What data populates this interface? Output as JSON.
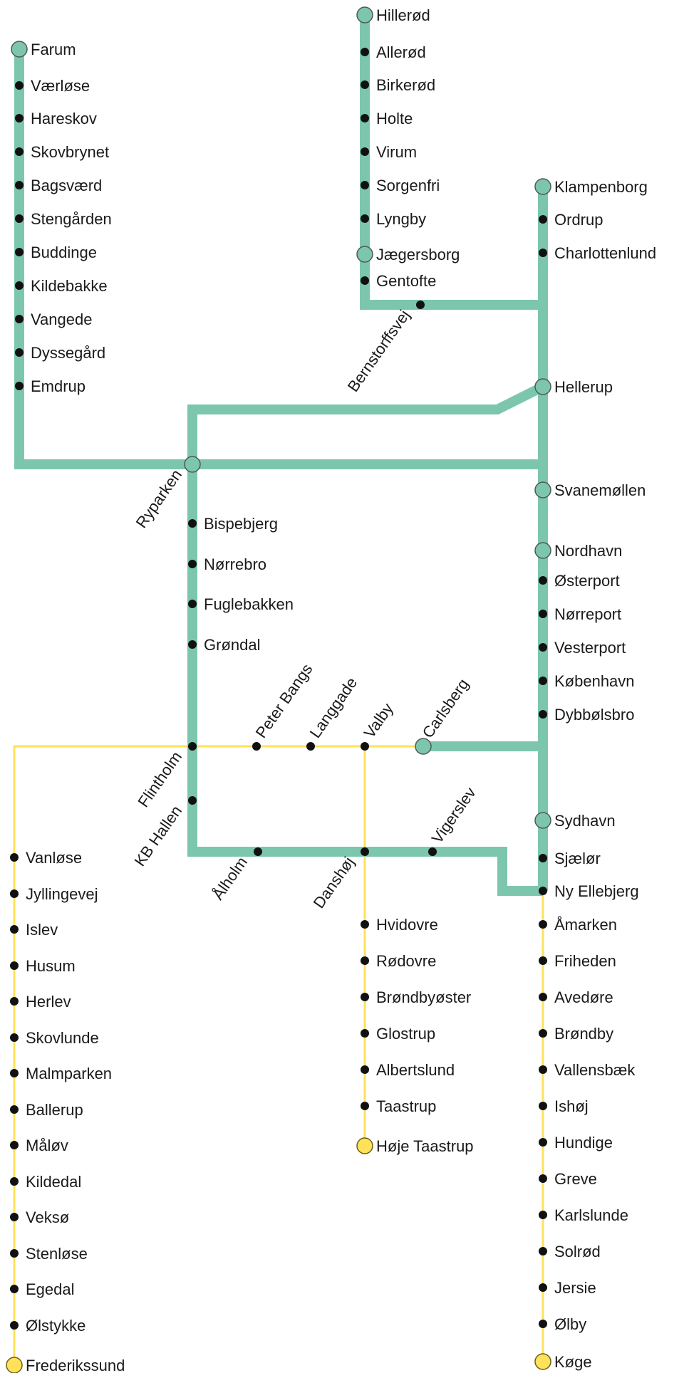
{
  "map": {
    "colors": {
      "green": "#7DC6AE",
      "yellow": "#FFE15A",
      "yellow_stroke": "#C9B227",
      "dot": "#111111",
      "text": "#1a1a1a"
    },
    "stations": [
      {
        "id": "hillerod",
        "name": "Hillerød",
        "type": "interchange-green"
      },
      {
        "id": "allerod",
        "name": "Allerød",
        "type": "stop"
      },
      {
        "id": "birkerod",
        "name": "Birkerød",
        "type": "stop"
      },
      {
        "id": "holte",
        "name": "Holte",
        "type": "stop"
      },
      {
        "id": "virum",
        "name": "Virum",
        "type": "stop"
      },
      {
        "id": "sorgenfri",
        "name": "Sorgenfri",
        "type": "stop"
      },
      {
        "id": "lyngby",
        "name": "Lyngby",
        "type": "stop"
      },
      {
        "id": "jaegersborg",
        "name": "Jægersborg",
        "type": "interchange-green"
      },
      {
        "id": "gentofte",
        "name": "Gentofte",
        "type": "stop"
      },
      {
        "id": "bernstorffsvej",
        "name": "Bernstorffsvej",
        "type": "stop"
      },
      {
        "id": "farum",
        "name": "Farum",
        "type": "interchange-green"
      },
      {
        "id": "vaerlose",
        "name": "Værløse",
        "type": "stop"
      },
      {
        "id": "hareskov",
        "name": "Hareskov",
        "type": "stop"
      },
      {
        "id": "skovbrynet",
        "name": "Skovbrynet",
        "type": "stop"
      },
      {
        "id": "bagsvaerd",
        "name": "Bagsværd",
        "type": "stop"
      },
      {
        "id": "stengarden",
        "name": "Stengården",
        "type": "stop"
      },
      {
        "id": "buddinge",
        "name": "Buddinge",
        "type": "stop"
      },
      {
        "id": "kildebakke",
        "name": "Kildebakke",
        "type": "stop"
      },
      {
        "id": "vangede",
        "name": "Vangede",
        "type": "stop"
      },
      {
        "id": "dyssegard",
        "name": "Dyssegård",
        "type": "stop"
      },
      {
        "id": "emdrup",
        "name": "Emdrup",
        "type": "stop"
      },
      {
        "id": "klampenborg",
        "name": "Klampenborg",
        "type": "interchange-green"
      },
      {
        "id": "ordrup",
        "name": "Ordrup",
        "type": "stop"
      },
      {
        "id": "charlottenlund",
        "name": "Charlottenlund",
        "type": "stop"
      },
      {
        "id": "hellerup",
        "name": "Hellerup",
        "type": "interchange-green"
      },
      {
        "id": "ryparken",
        "name": "Ryparken",
        "type": "interchange-green"
      },
      {
        "id": "svanemollen",
        "name": "Svanemøllen",
        "type": "interchange-green"
      },
      {
        "id": "bispebjerg",
        "name": "Bispebjerg",
        "type": "stop"
      },
      {
        "id": "norrebro",
        "name": "Nørrebro",
        "type": "stop"
      },
      {
        "id": "fuglebakken",
        "name": "Fuglebakken",
        "type": "stop"
      },
      {
        "id": "grondal",
        "name": "Grøndal",
        "type": "stop"
      },
      {
        "id": "nordhavn",
        "name": "Nordhavn",
        "type": "interchange-green"
      },
      {
        "id": "osterport",
        "name": "Østerport",
        "type": "stop"
      },
      {
        "id": "norreport",
        "name": "Nørreport",
        "type": "stop"
      },
      {
        "id": "vesterport",
        "name": "Vesterport",
        "type": "stop"
      },
      {
        "id": "kobenhavn",
        "name": "København",
        "type": "stop"
      },
      {
        "id": "dybbolsbro",
        "name": "Dybbølsbro",
        "type": "stop"
      },
      {
        "id": "flintholm",
        "name": "Flintholm",
        "type": "stop"
      },
      {
        "id": "peter-bangs",
        "name": "Peter Bangs",
        "type": "stop"
      },
      {
        "id": "langgade",
        "name": "Langgade",
        "type": "stop"
      },
      {
        "id": "valby",
        "name": "Valby",
        "type": "stop"
      },
      {
        "id": "carlsberg",
        "name": "Carlsberg",
        "type": "interchange-green"
      },
      {
        "id": "kb-hallen",
        "name": "KB Hallen",
        "type": "stop"
      },
      {
        "id": "sydhavn",
        "name": "Sydhavn",
        "type": "interchange-green"
      },
      {
        "id": "vigerslev",
        "name": "Vigerslev",
        "type": "stop"
      },
      {
        "id": "alholm",
        "name": "Ålholm",
        "type": "stop"
      },
      {
        "id": "danshoj",
        "name": "Danshøj",
        "type": "stop"
      },
      {
        "id": "sjaelor",
        "name": "Sjælør",
        "type": "stop"
      },
      {
        "id": "ny-ellebjerg",
        "name": "Ny Ellebjerg",
        "type": "stop"
      },
      {
        "id": "vanlose",
        "name": "Vanløse",
        "type": "stop"
      },
      {
        "id": "jyllingevej",
        "name": "Jyllingevej",
        "type": "stop"
      },
      {
        "id": "islev",
        "name": "Islev",
        "type": "stop"
      },
      {
        "id": "husum",
        "name": "Husum",
        "type": "stop"
      },
      {
        "id": "herlev",
        "name": "Herlev",
        "type": "stop"
      },
      {
        "id": "skovlunde",
        "name": "Skovlunde",
        "type": "stop"
      },
      {
        "id": "malmparken",
        "name": "Malmparken",
        "type": "stop"
      },
      {
        "id": "ballerup",
        "name": "Ballerup",
        "type": "stop"
      },
      {
        "id": "malov",
        "name": "Måløv",
        "type": "stop"
      },
      {
        "id": "kildedal",
        "name": "Kildedal",
        "type": "stop"
      },
      {
        "id": "vekso",
        "name": "Veksø",
        "type": "stop"
      },
      {
        "id": "stenlose",
        "name": "Stenløse",
        "type": "stop"
      },
      {
        "id": "egedal",
        "name": "Egedal",
        "type": "stop"
      },
      {
        "id": "olstykke",
        "name": "Ølstykke",
        "type": "stop"
      },
      {
        "id": "frederikssund",
        "name": "Frederikssund",
        "type": "terminus-yellow"
      },
      {
        "id": "hvidovre",
        "name": "Hvidovre",
        "type": "stop"
      },
      {
        "id": "rodovre",
        "name": "Rødovre",
        "type": "stop"
      },
      {
        "id": "brondbyoster",
        "name": "Brøndbyøster",
        "type": "stop"
      },
      {
        "id": "glostrup",
        "name": "Glostrup",
        "type": "stop"
      },
      {
        "id": "albertslund",
        "name": "Albertslund",
        "type": "stop"
      },
      {
        "id": "taastrup",
        "name": "Taastrup",
        "type": "stop"
      },
      {
        "id": "hoje-taastrup",
        "name": "Høje Taastrup",
        "type": "terminus-yellow"
      },
      {
        "id": "amarken",
        "name": "Åmarken",
        "type": "stop"
      },
      {
        "id": "friheden",
        "name": "Friheden",
        "type": "stop"
      },
      {
        "id": "avedore",
        "name": "Avedøre",
        "type": "stop"
      },
      {
        "id": "brondby",
        "name": "Brøndby",
        "type": "stop"
      },
      {
        "id": "vallensbaek",
        "name": "Vallensbæk",
        "type": "stop"
      },
      {
        "id": "ishoj",
        "name": "Ishøj",
        "type": "stop"
      },
      {
        "id": "hundige",
        "name": "Hundige",
        "type": "stop"
      },
      {
        "id": "greve",
        "name": "Greve",
        "type": "stop"
      },
      {
        "id": "karlslunde",
        "name": "Karlslunde",
        "type": "stop"
      },
      {
        "id": "solrod",
        "name": "Solrød",
        "type": "stop"
      },
      {
        "id": "jersie",
        "name": "Jersie",
        "type": "stop"
      },
      {
        "id": "olby",
        "name": "Ølby",
        "type": "stop"
      },
      {
        "id": "koge",
        "name": "Køge",
        "type": "terminus-yellow"
      }
    ]
  }
}
